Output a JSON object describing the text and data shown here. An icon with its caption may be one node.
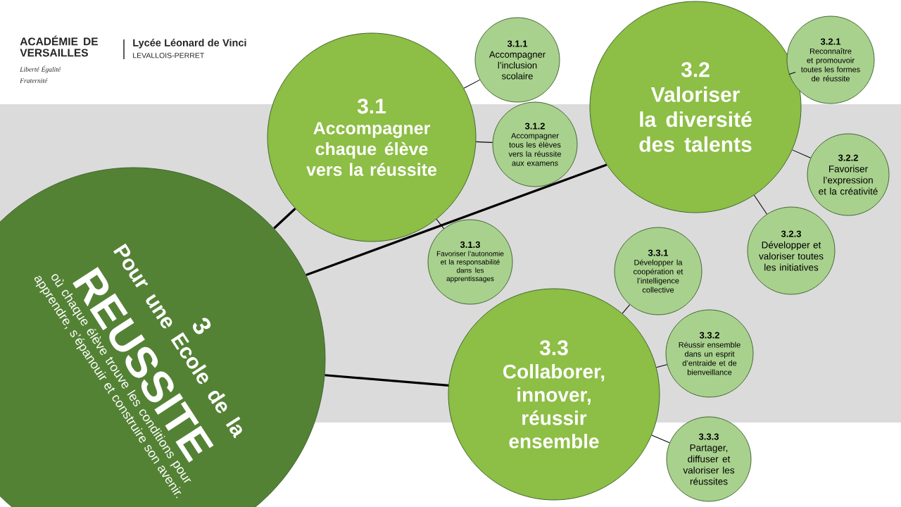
{
  "diagram": {
    "nodes": [
      {
        "text": [
          "3",
          "Pour une Ecole de la",
          "REUSSITE",
          "où chaque élève trouve les conditions pour apprendre, s’épanouir et construire son avenir."
        ]
      },
      {
        "text": [
          "3.1",
          "Accompagner chaque élève vers la réussite"
        ]
      },
      {
        "text": [
          "3.1.1",
          "Accompagner l’inclusion scolaire"
        ]
      },
      {
        "text": [
          "3.1.2",
          "Accompagner tous les élèves vers la réussite aux examens"
        ]
      },
      {
        "text": [
          "3.1.3",
          "Favoriser l’autonomie et la responsabilité dans les apprentissages"
        ]
      },
      {
        "text": [
          "3.2",
          "Valoriser la diversité des talents"
        ]
      },
      {
        "text": [
          "3.2.1",
          "Reconnaître et promouvoir toutes les formes de réussite"
        ]
      },
      {
        "text": [
          "3.2.2",
          "Favoriser l’expression et la créativité"
        ]
      },
      {
        "text": [
          "3.2.3",
          "Développer et valoriser toutes les initiatives"
        ]
      },
      {
        "text": [
          "3.3.1",
          "Développer la coopération et l’intelligence collective"
        ]
      },
      {
        "text": [
          "3.3",
          "Collaborer, innover, réussir ensemble"
        ]
      },
      {
        "text": [
          "3.3.2",
          "Réussir ensemble dans un esprit d’entraide et de bienveillance"
        ]
      },
      {
        "text": [
          "3.3.3",
          "Partager, diffuser et valoriser les réussites"
        ]
      }
    ],
    "edges": [
      {
        "from": 0,
        "to": 1,
        "arrow": "none",
        "style": "thick"
      },
      {
        "from": 0,
        "to": 5,
        "arrow": "none",
        "style": "thick"
      },
      {
        "from": 0,
        "to": 10,
        "arrow": "none",
        "style": "thick"
      },
      {
        "from": 1,
        "to": 2,
        "arrow": "none"
      },
      {
        "from": 1,
        "to": 3,
        "arrow": "none"
      },
      {
        "from": 1,
        "to": 4,
        "arrow": "none"
      },
      {
        "from": 5,
        "to": 6,
        "arrow": "none"
      },
      {
        "from": 5,
        "to": 7,
        "arrow": "none"
      },
      {
        "from": 5,
        "to": 8,
        "arrow": "none"
      },
      {
        "from": 10,
        "to": 9,
        "arrow": "none"
      },
      {
        "from": 10,
        "to": 11,
        "arrow": "none"
      },
      {
        "from": 10,
        "to": 12,
        "arrow": "none"
      }
    ],
    "labels": [
      "ACADÉMIE DE VERSAILLES",
      "Liberté Égalité Fraternité",
      "Lycée Léonard de Vinci",
      "LEVALLOIS-PERRET"
    ]
  }
}
